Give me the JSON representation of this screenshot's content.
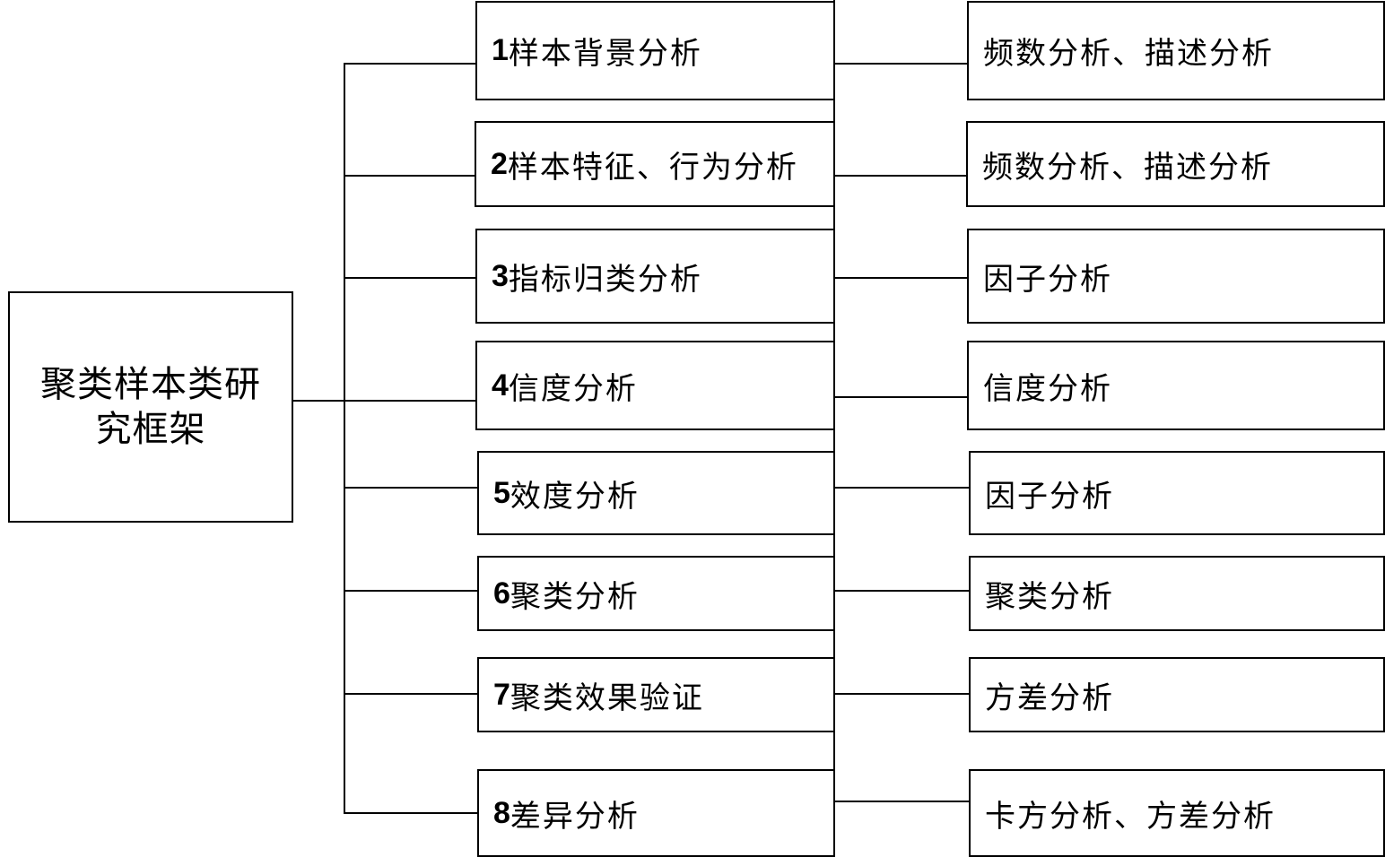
{
  "root": {
    "label": "聚类样本类研究框架"
  },
  "steps": [
    {
      "num": "1",
      "label": "样本背景分析",
      "method": "频数分析、描述分析"
    },
    {
      "num": "2",
      "label": "样本特征、行为分析",
      "method": "频数分析、描述分析"
    },
    {
      "num": "3",
      "label": "指标归类分析",
      "method": "因子分析"
    },
    {
      "num": "4",
      "label": "信度分析",
      "method": "信度分析"
    },
    {
      "num": "5",
      "label": "效度分析",
      "method": "因子分析"
    },
    {
      "num": "6",
      "label": "聚类分析",
      "method": "聚类分析"
    },
    {
      "num": "7",
      "label": "聚类效果验证",
      "method": "方差分析"
    },
    {
      "num": "8",
      "label": "差异分析",
      "method": "卡方分析、方差分析"
    }
  ]
}
